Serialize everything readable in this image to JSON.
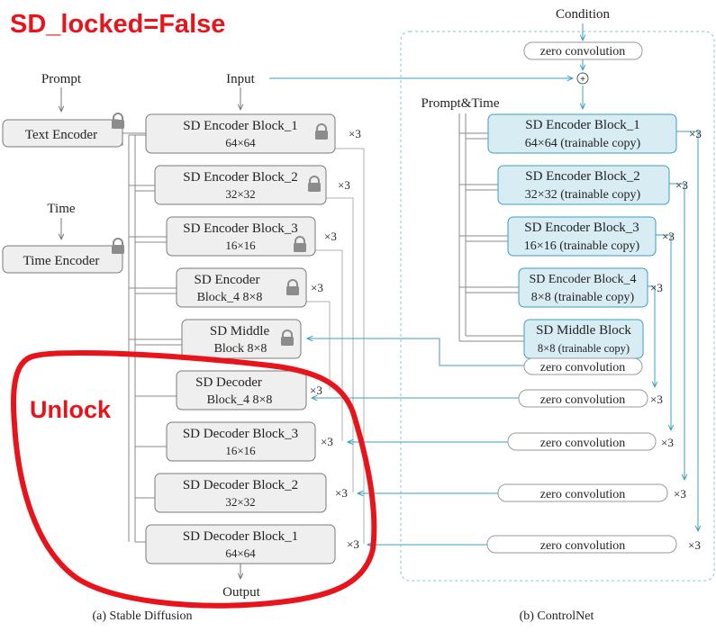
{
  "title": "SD_locked=False",
  "annotation": "Unlock",
  "sd": {
    "prompt": "Prompt",
    "input": "Input",
    "time": "Time",
    "output": "Output",
    "text_encoder": "Text Encoder",
    "time_encoder": "Time Encoder",
    "caption": "(a) Stable Diffusion",
    "encoders": [
      {
        "l1": "SD Encoder Block_1",
        "l2": "64×64"
      },
      {
        "l1": "SD Encoder Block_2",
        "l2": "32×32"
      },
      {
        "l1": "SD Encoder Block_3",
        "l2": "16×16"
      },
      {
        "l1": "SD Encoder",
        "l2": "Block_4 8×8"
      }
    ],
    "middle": {
      "l1": "SD Middle",
      "l2": "Block 8×8"
    },
    "decoders": [
      {
        "l1": "SD Decoder",
        "l2": "Block_4 8×8"
      },
      {
        "l1": "SD Decoder Block_3",
        "l2": "16×16"
      },
      {
        "l1": "SD Decoder Block_2",
        "l2": "32×32"
      },
      {
        "l1": "SD Decoder Block_1",
        "l2": "64×64"
      }
    ],
    "mult": "×3"
  },
  "cn": {
    "condition": "Condition",
    "prompt_time": "Prompt&Time",
    "caption": "(b) ControlNet",
    "zero_conv": "zero convolution",
    "plus": "+",
    "copies": [
      {
        "l1": "SD Encoder Block_1",
        "l2": "64×64 (trainable copy)"
      },
      {
        "l1": "SD Encoder Block_2",
        "l2": "32×32 (trainable copy)"
      },
      {
        "l1": "SD Encoder Block_3",
        "l2": "16×16 (trainable copy)"
      },
      {
        "l1": "SD Encoder Block_4",
        "l2": "8×8 (trainable copy)"
      }
    ],
    "middle": {
      "l1": "SD Middle Block",
      "l2": "8×8 (trainable copy)"
    }
  },
  "colors": {
    "title_red": "#e8141c",
    "gray_fill": "#efefef",
    "gray_stroke": "#7a7a7a",
    "blue_fill": "#d8ecf3",
    "blue_stroke": "#3d9ec0",
    "teal_line": "#3d9ec0",
    "dash": "#7fc6d8"
  },
  "icons": [
    "lock-icon"
  ]
}
